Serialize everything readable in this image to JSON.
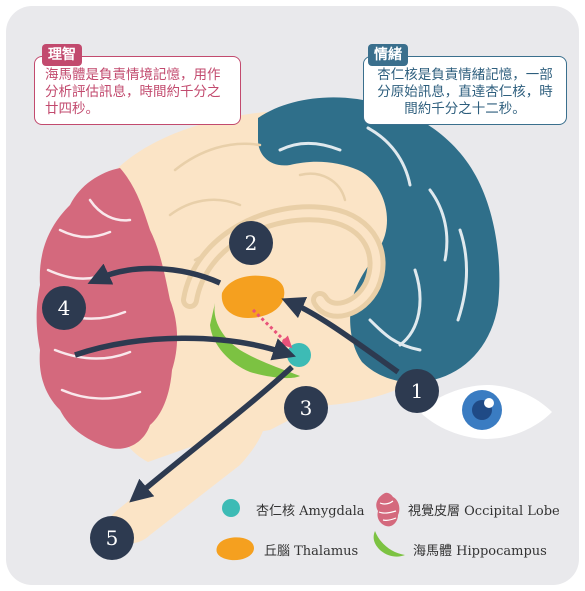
{
  "left_box": {
    "tag": "理智",
    "text": "海馬體是負責情境記憶，用作分析評估訊息，時間約千分之廿四秒。"
  },
  "right_box": {
    "tag": "情緒",
    "text": "杏仁核是負責情緒記憶，一部分原始訊息，直達杏仁核，時間約千分之十二秒。"
  },
  "steps": [
    "1",
    "2",
    "3",
    "4",
    "5"
  ],
  "legend": {
    "amygdala": "杏仁核 Amygdala",
    "thalamus": "丘腦 Thalamus",
    "occipital": "視覺皮層 Occipital Lobe",
    "hippocampus": "海馬體 Hippocampus"
  },
  "colors": {
    "amygdala": "#3dbbb5",
    "thalamus": "#f5a01f",
    "occipital": "#d4697d",
    "hippocampus": "#7cc242",
    "frontal": "#2f6f8a",
    "brain": "#fbe4c6",
    "arrow": "#2d3a50",
    "dotted_arrow": "#e8527a"
  }
}
